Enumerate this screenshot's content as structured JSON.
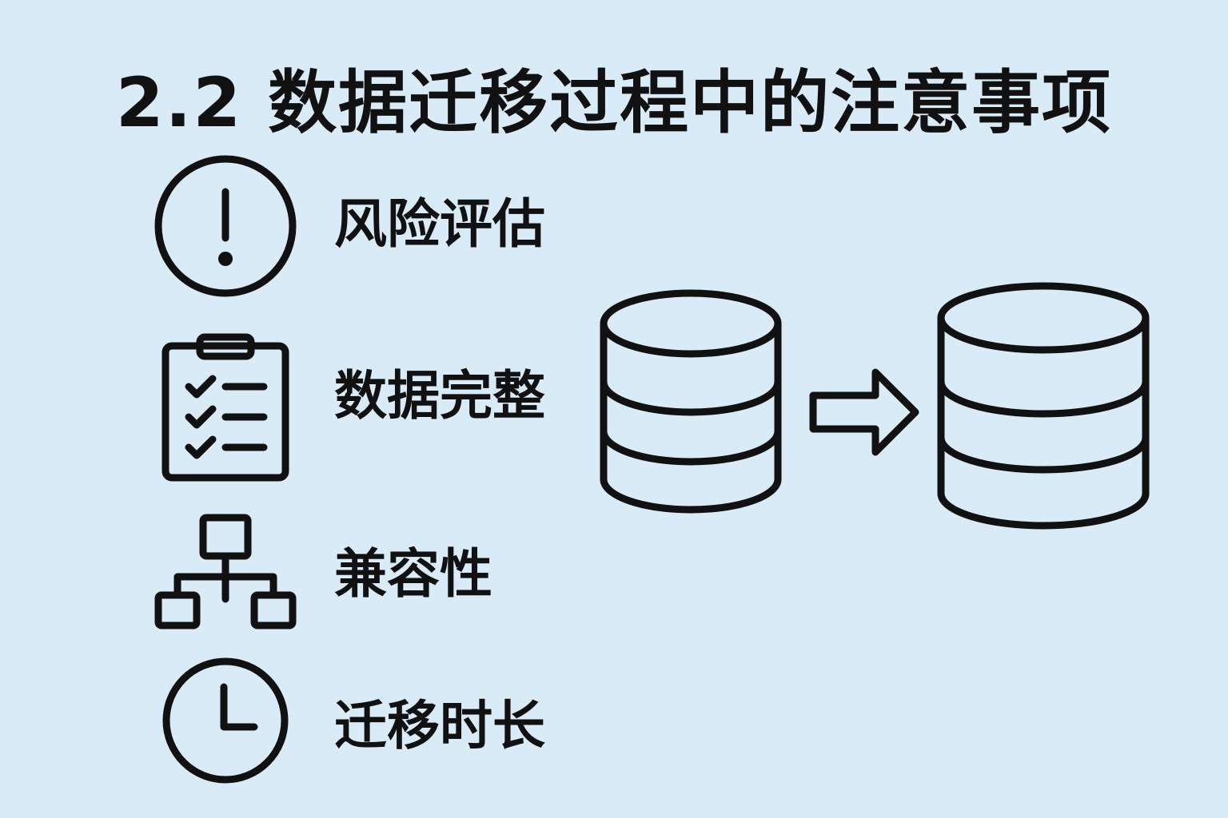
{
  "title": "2.2  数据迁移过程中的注意事项",
  "items": [
    {
      "icon": "exclamation-circle-icon",
      "label": "风险评估"
    },
    {
      "icon": "checklist-clipboard-icon",
      "label": "数据完整"
    },
    {
      "icon": "hierarchy-icon",
      "label": "兼容性"
    },
    {
      "icon": "clock-icon",
      "label": "迁移时长"
    }
  ],
  "diagram": {
    "source": "database-icon",
    "arrow": "arrow-right-icon",
    "target": "database-icon"
  },
  "colors": {
    "background": "#d8ebf7",
    "stroke": "#111111"
  }
}
